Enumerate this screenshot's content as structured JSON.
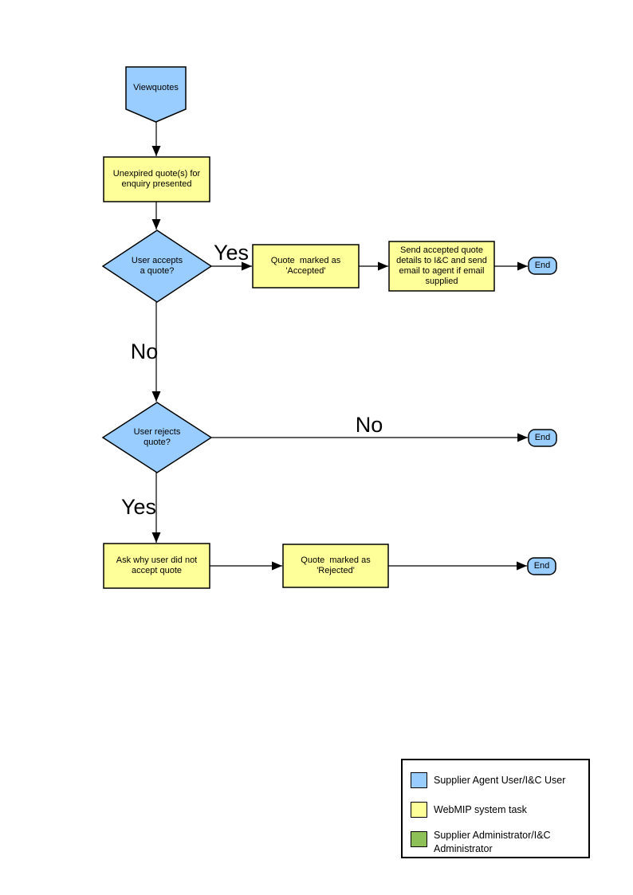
{
  "colors": {
    "actor_blue": "#99CCFF",
    "task_yellow": "#FFFF99",
    "admin_green": "#8DC057",
    "line_black": "#000000"
  },
  "flowchart": {
    "start_label": "Viewquotes",
    "boxes": {
      "unexpired": "Unexpired quote(s) for\nenquiry presented",
      "accepted": "Quote  marked as\n'Accepted'",
      "send_details": "Send accepted quote\ndetails to I&C and send\nemail to agent if email\nsupplied",
      "ask_why": "Ask why user did not\naccept quote",
      "rejected": "Quote  marked as\n'Rejected'"
    },
    "decisions": {
      "accepts": "User accepts\na quote?",
      "rejects": "User rejects\nquote?"
    },
    "edge_labels": {
      "accepts_yes": "Yes",
      "accepts_no": "No",
      "rejects_no": "No",
      "rejects_yes": "Yes"
    },
    "terminator_label": "End"
  },
  "legend": {
    "items": [
      {
        "label": "Supplier Agent User/I&C User",
        "color": "#99CCFF"
      },
      {
        "label": "WebMIP system task",
        "color": "#FFFF99"
      },
      {
        "label": "Supplier Administrator/I&C\nAdministrator",
        "color": "#8DC057"
      }
    ]
  }
}
